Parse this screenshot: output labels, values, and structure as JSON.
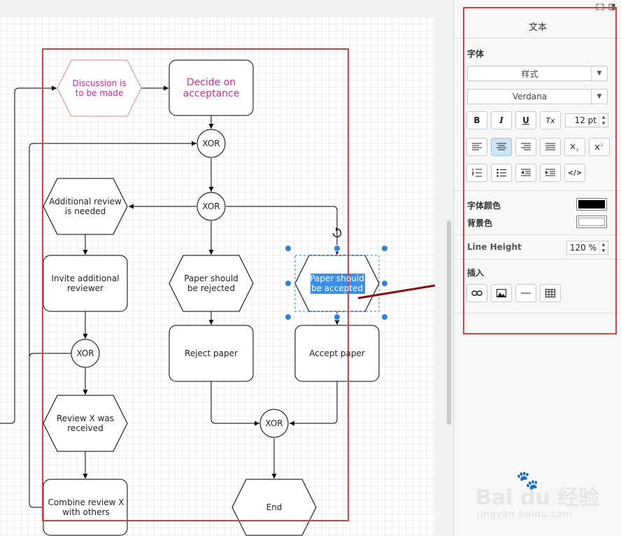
{
  "diagram": {
    "nodes": {
      "discussion": "Discussion is\nto be made",
      "decide": "Decide on\nacceptance",
      "xor1": "XOR",
      "xor2": "XOR",
      "additional_review": "Additional review\nis needed",
      "invite": "Invite additional\nreviewer",
      "xor3": "XOR",
      "review_received": "Review X was\nreceived",
      "combine": "Combine review X\nwith others",
      "paper_rejected": "Paper should\nbe rejected",
      "reject_paper": "Reject paper",
      "paper_accepted": "Paper should\nbe accepted",
      "accept_paper": "Accept paper",
      "xor4": "XOR",
      "end": "End"
    },
    "colors": {
      "discussion_stroke": "#f08080",
      "highlight_text": "#e0249c",
      "selection": "#2f82d8",
      "annotation_red": "#e23c3c",
      "arrow_dark_red": "#8b0d0d"
    }
  },
  "panel": {
    "title": "文本",
    "font_section": "字体",
    "style_dropdown": "样式",
    "font_family": "Verdana",
    "bold": "B",
    "italic": "I",
    "underline": "U",
    "clear_format": "Tx",
    "font_size": "12 pt",
    "font_color_label": "字体颜色",
    "bg_color_label": "背景色",
    "font_color": "#000000",
    "bg_color": "#ffffff",
    "line_height_label": "Line Height",
    "line_height": "120 %",
    "insert_section": "插入",
    "html_button": "</>"
  },
  "watermark": {
    "brand": "Bai  du 经验",
    "url": "jingyan.baidu.com"
  }
}
